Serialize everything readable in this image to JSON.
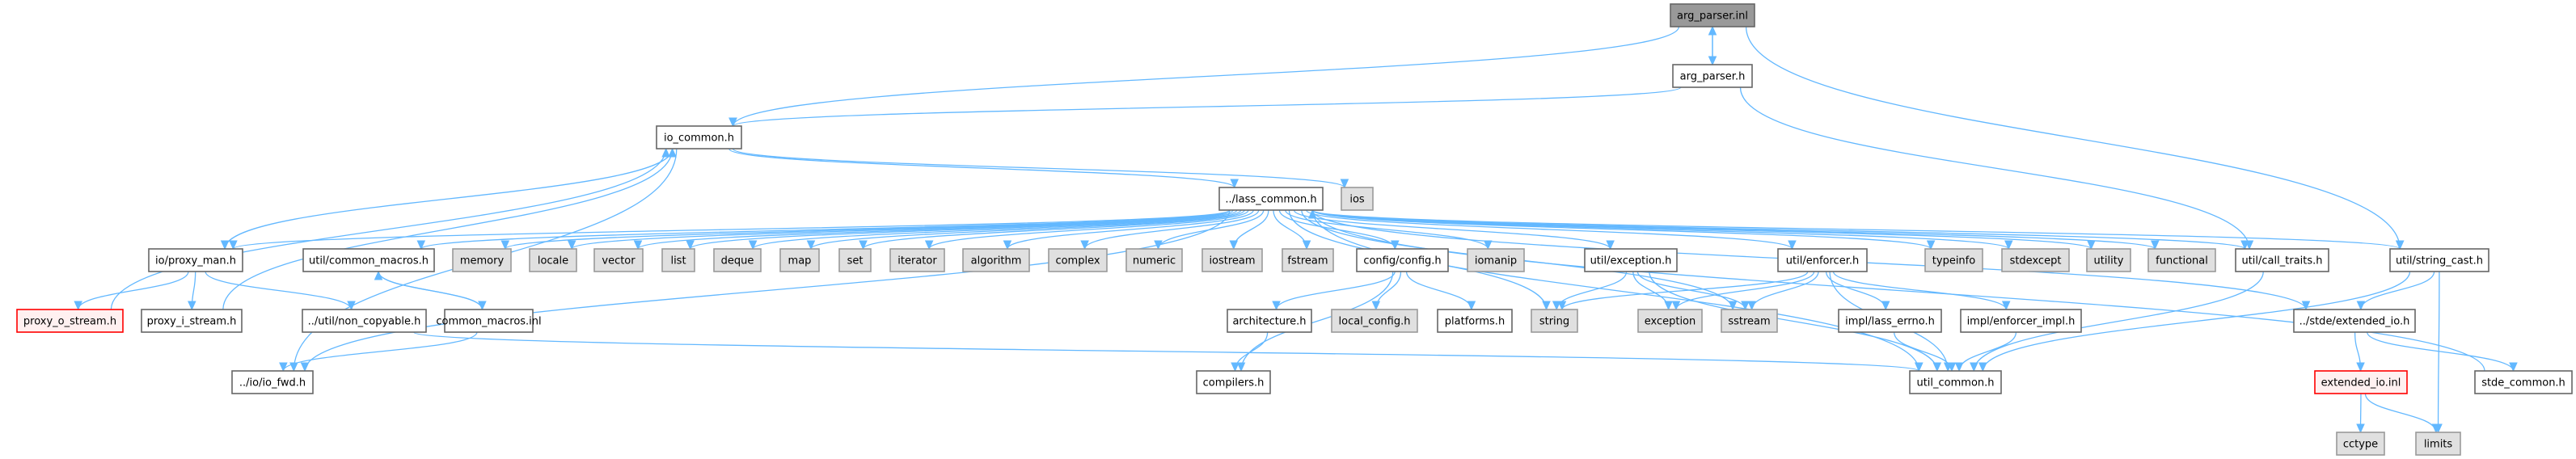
{
  "diagram": {
    "legend_colors": {
      "edge": "#63b8ff",
      "root_fill": "#999999",
      "system_fill": "#e0e0e0",
      "incomplete_border": "#ff0000",
      "incomplete_fill": "#fff0f0"
    },
    "nodes": [
      {
        "id": "arg_parser_inl",
        "label": "arg_parser.inl",
        "kind": "root"
      },
      {
        "id": "arg_parser_h",
        "label": "arg_parser.h",
        "kind": "normal"
      },
      {
        "id": "io_common_h",
        "label": "io_common.h",
        "kind": "normal"
      },
      {
        "id": "lass_common_h",
        "label": "../lass_common.h",
        "kind": "normal"
      },
      {
        "id": "ios",
        "label": "ios",
        "kind": "system"
      },
      {
        "id": "io_proxy_man_h",
        "label": "io/proxy_man.h",
        "kind": "normal"
      },
      {
        "id": "util_common_macros_h",
        "label": "util/common_macros.h",
        "kind": "normal"
      },
      {
        "id": "memory",
        "label": "memory",
        "kind": "system"
      },
      {
        "id": "locale",
        "label": "locale",
        "kind": "system"
      },
      {
        "id": "vector",
        "label": "vector",
        "kind": "system"
      },
      {
        "id": "list",
        "label": "list",
        "kind": "system"
      },
      {
        "id": "deque",
        "label": "deque",
        "kind": "system"
      },
      {
        "id": "map",
        "label": "map",
        "kind": "system"
      },
      {
        "id": "set",
        "label": "set",
        "kind": "system"
      },
      {
        "id": "iterator",
        "label": "iterator",
        "kind": "system"
      },
      {
        "id": "algorithm",
        "label": "algorithm",
        "kind": "system"
      },
      {
        "id": "complex",
        "label": "complex",
        "kind": "system"
      },
      {
        "id": "numeric",
        "label": "numeric",
        "kind": "system"
      },
      {
        "id": "iostream",
        "label": "iostream",
        "kind": "system"
      },
      {
        "id": "fstream",
        "label": "fstream",
        "kind": "system"
      },
      {
        "id": "config_config_h",
        "label": "config/config.h",
        "kind": "normal"
      },
      {
        "id": "iomanip",
        "label": "iomanip",
        "kind": "system"
      },
      {
        "id": "util_exception_h",
        "label": "util/exception.h",
        "kind": "normal"
      },
      {
        "id": "util_enforcer_h",
        "label": "util/enforcer.h",
        "kind": "normal"
      },
      {
        "id": "typeinfo",
        "label": "typeinfo",
        "kind": "system"
      },
      {
        "id": "stdexcept",
        "label": "stdexcept",
        "kind": "system"
      },
      {
        "id": "utility",
        "label": "utility",
        "kind": "system"
      },
      {
        "id": "functional",
        "label": "functional",
        "kind": "system"
      },
      {
        "id": "util_call_traits_h",
        "label": "util/call_traits.h",
        "kind": "normal"
      },
      {
        "id": "util_string_cast_h",
        "label": "util/string_cast.h",
        "kind": "normal"
      },
      {
        "id": "proxy_o_stream_h",
        "label": "proxy_o_stream.h",
        "kind": "incomplete"
      },
      {
        "id": "proxy_i_stream_h",
        "label": "proxy_i_stream.h",
        "kind": "normal"
      },
      {
        "id": "util_non_copyable_h",
        "label": "../util/non_copyable.h",
        "kind": "normal"
      },
      {
        "id": "common_macros_inl",
        "label": "common_macros.inl",
        "kind": "normal"
      },
      {
        "id": "architecture_h",
        "label": "architecture.h",
        "kind": "normal"
      },
      {
        "id": "local_config_h",
        "label": "local_config.h",
        "kind": "system"
      },
      {
        "id": "platforms_h",
        "label": "platforms.h",
        "kind": "normal"
      },
      {
        "id": "string",
        "label": "string",
        "kind": "system"
      },
      {
        "id": "exception",
        "label": "exception",
        "kind": "system"
      },
      {
        "id": "sstream",
        "label": "sstream",
        "kind": "system"
      },
      {
        "id": "impl_lass_errno_h",
        "label": "impl/lass_errno.h",
        "kind": "normal"
      },
      {
        "id": "impl_enforcer_impl_h",
        "label": "impl/enforcer_impl.h",
        "kind": "normal"
      },
      {
        "id": "stde_extended_io_h",
        "label": "../stde/extended_io.h",
        "kind": "normal"
      },
      {
        "id": "io_io_fwd_h",
        "label": "../io/io_fwd.h",
        "kind": "normal"
      },
      {
        "id": "compilers_h",
        "label": "compilers.h",
        "kind": "normal"
      },
      {
        "id": "util_common_h",
        "label": "util_common.h",
        "kind": "normal"
      },
      {
        "id": "extended_io_inl",
        "label": "extended_io.inl",
        "kind": "incomplete"
      },
      {
        "id": "stde_common_h",
        "label": "stde_common.h",
        "kind": "normal"
      },
      {
        "id": "cctype",
        "label": "cctype",
        "kind": "system"
      },
      {
        "id": "limits",
        "label": "limits",
        "kind": "system"
      }
    ],
    "edges": [
      [
        "arg_parser_inl",
        "arg_parser_h"
      ],
      [
        "arg_parser_h",
        "arg_parser_inl"
      ],
      [
        "arg_parser_inl",
        "io_common_h"
      ],
      [
        "arg_parser_inl",
        "util_string_cast_h"
      ],
      [
        "arg_parser_h",
        "io_common_h"
      ],
      [
        "arg_parser_h",
        "util_call_traits_h"
      ],
      [
        "io_common_h",
        "lass_common_h"
      ],
      [
        "io_common_h",
        "ios"
      ],
      [
        "io_common_h",
        "io_proxy_man_h"
      ],
      [
        "io_common_h",
        "io_io_fwd_h"
      ],
      [
        "lass_common_h",
        "io_proxy_man_h"
      ],
      [
        "lass_common_h",
        "util_common_macros_h"
      ],
      [
        "lass_common_h",
        "memory"
      ],
      [
        "lass_common_h",
        "locale"
      ],
      [
        "lass_common_h",
        "vector"
      ],
      [
        "lass_common_h",
        "list"
      ],
      [
        "lass_common_h",
        "deque"
      ],
      [
        "lass_common_h",
        "map"
      ],
      [
        "lass_common_h",
        "set"
      ],
      [
        "lass_common_h",
        "iterator"
      ],
      [
        "lass_common_h",
        "algorithm"
      ],
      [
        "lass_common_h",
        "complex"
      ],
      [
        "lass_common_h",
        "numeric"
      ],
      [
        "lass_common_h",
        "iostream"
      ],
      [
        "lass_common_h",
        "fstream"
      ],
      [
        "lass_common_h",
        "config_config_h"
      ],
      [
        "lass_common_h",
        "iomanip"
      ],
      [
        "lass_common_h",
        "util_exception_h"
      ],
      [
        "lass_common_h",
        "util_enforcer_h"
      ],
      [
        "lass_common_h",
        "typeinfo"
      ],
      [
        "lass_common_h",
        "stdexcept"
      ],
      [
        "lass_common_h",
        "utility"
      ],
      [
        "lass_common_h",
        "functional"
      ],
      [
        "lass_common_h",
        "util_call_traits_h"
      ],
      [
        "lass_common_h",
        "util_string_cast_h"
      ],
      [
        "lass_common_h",
        "string"
      ],
      [
        "lass_common_h",
        "sstream"
      ],
      [
        "lass_common_h",
        "util_common_h"
      ],
      [
        "lass_common_h",
        "stde_extended_io_h"
      ],
      [
        "lass_common_h",
        "io_io_fwd_h"
      ],
      [
        "io_proxy_man_h",
        "proxy_o_stream_h"
      ],
      [
        "io_proxy_man_h",
        "proxy_i_stream_h"
      ],
      [
        "io_proxy_man_h",
        "util_non_copyable_h"
      ],
      [
        "proxy_o_stream_h",
        "io_common_h"
      ],
      [
        "proxy_i_stream_h",
        "io_common_h"
      ],
      [
        "util_common_macros_h",
        "common_macros_inl"
      ],
      [
        "common_macros_inl",
        "util_common_macros_h"
      ],
      [
        "common_macros_inl",
        "io_io_fwd_h"
      ],
      [
        "util_non_copyable_h",
        "util_common_h"
      ],
      [
        "config_config_h",
        "architecture_h"
      ],
      [
        "config_config_h",
        "local_config_h"
      ],
      [
        "config_config_h",
        "platforms_h"
      ],
      [
        "config_config_h",
        "compilers_h"
      ],
      [
        "architecture_h",
        "compilers_h"
      ],
      [
        "util_exception_h",
        "string"
      ],
      [
        "util_exception_h",
        "exception"
      ],
      [
        "util_exception_h",
        "sstream"
      ],
      [
        "util_exception_h",
        "util_common_h"
      ],
      [
        "util_enforcer_h",
        "string"
      ],
      [
        "util_enforcer_h",
        "exception"
      ],
      [
        "util_enforcer_h",
        "sstream"
      ],
      [
        "util_enforcer_h",
        "impl_lass_errno_h"
      ],
      [
        "util_enforcer_h",
        "impl_enforcer_impl_h"
      ],
      [
        "util_enforcer_h",
        "util_common_h"
      ],
      [
        "impl_lass_errno_h",
        "util_common_h"
      ],
      [
        "impl_enforcer_impl_h",
        "util_common_h"
      ],
      [
        "util_call_traits_h",
        "util_common_h"
      ],
      [
        "util_string_cast_h",
        "util_common_h"
      ],
      [
        "util_string_cast_h",
        "stde_extended_io_h"
      ],
      [
        "util_string_cast_h",
        "limits"
      ],
      [
        "stde_extended_io_h",
        "extended_io_inl"
      ],
      [
        "stde_extended_io_h",
        "stde_common_h"
      ],
      [
        "stde_common_h",
        "lass_common_h"
      ],
      [
        "extended_io_inl",
        "cctype"
      ],
      [
        "extended_io_inl",
        "limits"
      ]
    ]
  }
}
